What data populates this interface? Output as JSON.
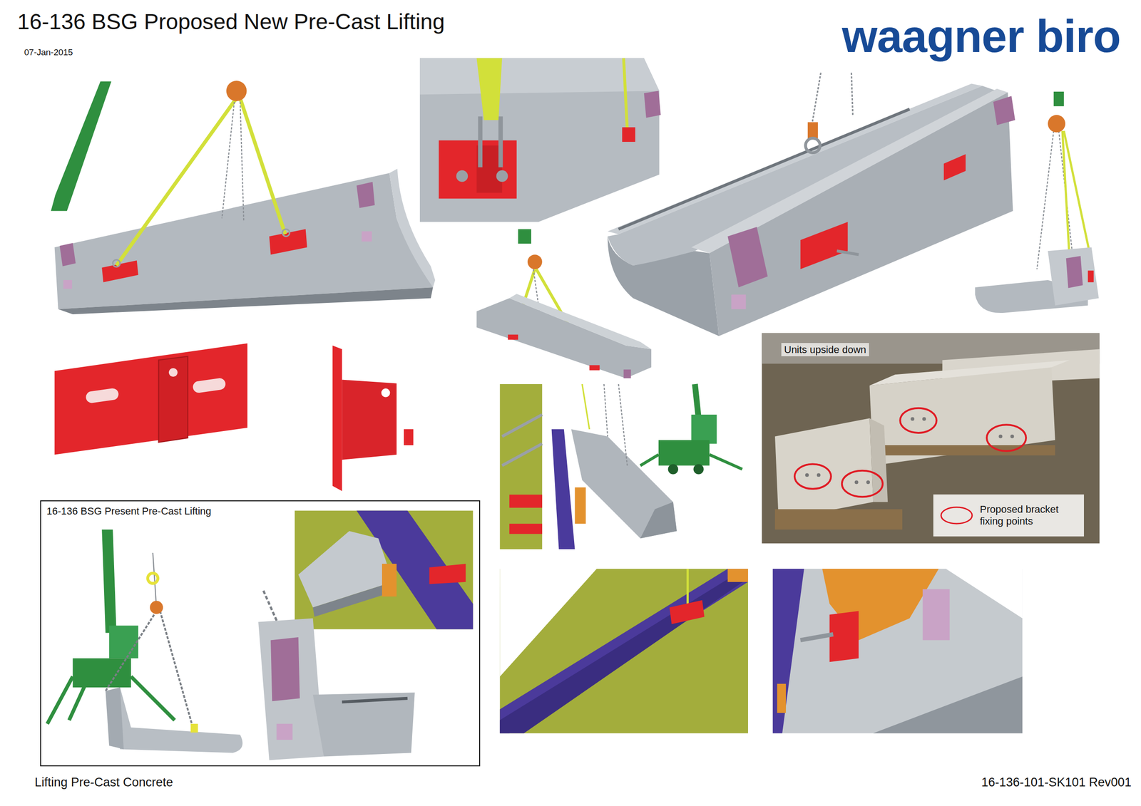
{
  "diagram": {
    "title": "16-136 BSG Proposed New Pre-Cast Lifting",
    "caption": "Lifting Pre-Cast Concrete",
    "nodes": [
      {
        "text": [
          "16-136 BSG Present Pre-Cast Lifting"
        ]
      }
    ],
    "labels": [
      "07-Jan-2015",
      "waagner biro",
      "Units upside down",
      "16-136-101-SK101 Rev001"
    ],
    "legend": [
      {
        "text": "Proposed bracket fixing points"
      }
    ]
  }
}
